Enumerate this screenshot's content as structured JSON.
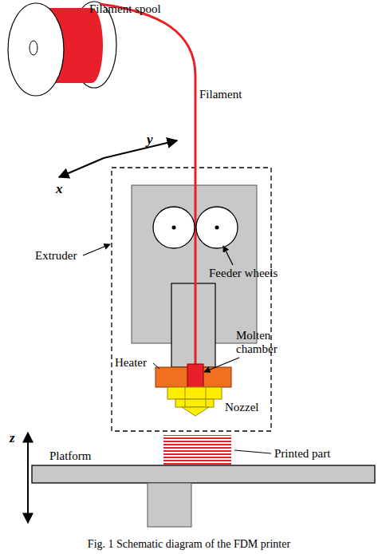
{
  "diagram": {
    "caption": "Fig. 1 Schematic diagram of the FDM printer",
    "labels": [
      "Filament spool",
      "Filament",
      "y",
      "x",
      "Feeder wheels",
      "Extruder",
      "Molten chamber",
      "Heater",
      "Nozzel",
      "Printed part",
      "z",
      "Platform"
    ]
  }
}
